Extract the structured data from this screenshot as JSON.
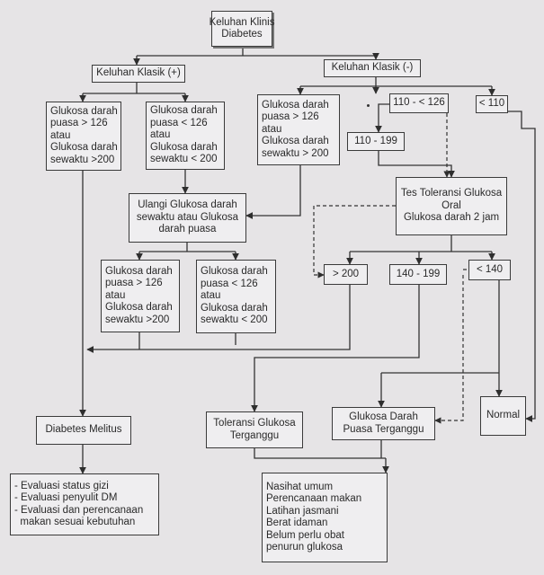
{
  "diagram": {
    "nodes": {
      "keluhan_klinis": [
        "Keluhan Klinis",
        "Diabetes"
      ],
      "klasik_pos": [
        "Keluhan Klasik (+)"
      ],
      "klasik_neg": [
        "Keluhan Klasik (-)"
      ],
      "pos_gd_tinggi": [
        "Glukosa darah",
        "puasa > 126",
        "atau",
        "Glukosa darah",
        "sewaktu >200"
      ],
      "pos_gd_rendah": [
        "Glukosa darah",
        "puasa < 126",
        "atau",
        "Glukosa darah",
        "sewaktu < 200"
      ],
      "neg_gd_tinggi": [
        "Glukosa darah",
        "puasa > 126",
        "atau",
        "Glukosa darah",
        "sewaktu > 200"
      ],
      "range_110_126": [
        "110 - < 126"
      ],
      "range_lt110": [
        "< 110"
      ],
      "range_110_199": [
        "110 - 199"
      ],
      "ulangi": [
        "Ulangi Glukosa darah",
        "sewaktu atau Glukosa",
        "darah puasa"
      ],
      "ttgo": [
        "Tes Toleransi Glukosa",
        "Oral",
        "Glukosa darah 2 jam"
      ],
      "gt200": [
        "> 200"
      ],
      "r140_199": [
        "140 - 199"
      ],
      "lt140": [
        "< 140"
      ],
      "ulang_tinggi": [
        "Glukosa darah",
        "puasa > 126",
        "atau",
        "Glukosa darah",
        "sewaktu >200"
      ],
      "ulang_rendah": [
        "Glukosa darah",
        "puasa < 126",
        "atau",
        "Glukosa darah",
        "sewaktu < 200"
      ],
      "dm": [
        "Diabetes Melitus"
      ],
      "tgt": [
        "Toleransi Glukosa",
        "Terganggu"
      ],
      "gdpt": [
        "Glukosa Darah",
        "Puasa Terganggu"
      ],
      "normal": [
        "Normal"
      ],
      "evaluasi": [
        "- Evaluasi status gizi",
        "- Evaluasi penyulit DM",
        "- Evaluasi dan perencanaan",
        "  makan sesuai kebutuhan"
      ],
      "nasihat": [
        "Nasihat umum",
        "Perencanaan makan",
        "Latihan jasmani",
        "Berat idaman",
        "Belum perlu obat",
        "penurun glukosa"
      ]
    }
  }
}
